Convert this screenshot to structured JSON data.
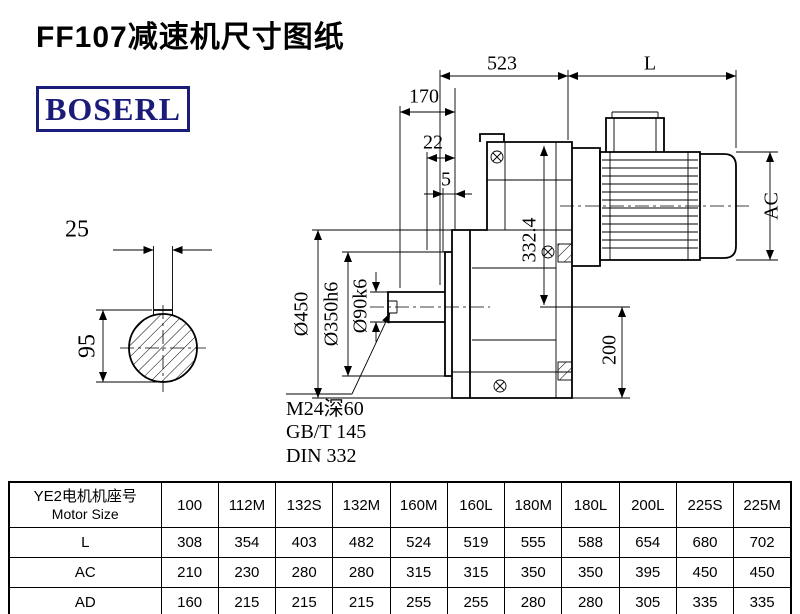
{
  "title": "FF107减速机尺寸图纸",
  "logo": {
    "text": "BOSERL"
  },
  "colors": {
    "logo_navy": "#1b1b7a",
    "line_black": "#000000"
  },
  "drawing": {
    "dims": {
      "overall_length": "523",
      "motor_length": "L",
      "shaft_length": "170",
      "step_22": "22",
      "step_5": "5",
      "motor_height": "AC",
      "center_height": "332.4",
      "bottom_height": "200",
      "flange_od": "Ø450",
      "spigot_d": "Ø350h6",
      "shaft_d": "Ø90k6",
      "key_width": "25",
      "keyway_depth": "95"
    },
    "note": {
      "thread": "M24深60",
      "gb": "GB/T 145",
      "din": "DIN 332"
    }
  },
  "table": {
    "header_cn": "YE2电机机座号",
    "header_en": "Motor Size",
    "columns": [
      "100",
      "112M",
      "132S",
      "132M",
      "160M",
      "160L",
      "180M",
      "180L",
      "200L",
      "225S",
      "225M"
    ],
    "rows": [
      {
        "label": "L",
        "values": [
          308,
          354,
          403,
          482,
          524,
          519,
          555,
          588,
          654,
          680,
          702
        ]
      },
      {
        "label": "AC",
        "values": [
          210,
          230,
          280,
          280,
          315,
          315,
          350,
          350,
          395,
          450,
          450
        ]
      },
      {
        "label": "AD",
        "values": [
          160,
          215,
          215,
          215,
          255,
          255,
          280,
          280,
          305,
          335,
          335
        ]
      }
    ]
  }
}
